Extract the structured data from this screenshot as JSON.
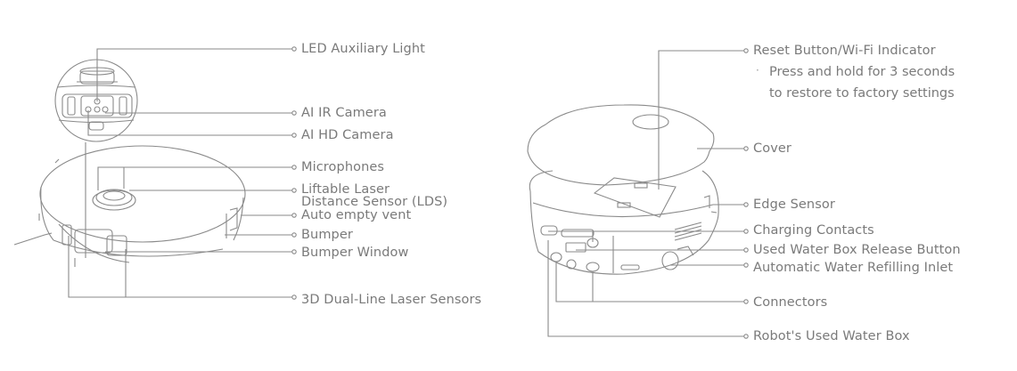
{
  "diagram": {
    "line_color": "#8a8a8a",
    "text_color": "#7a7a7a",
    "left_figure": {
      "name": "Robot top/front view",
      "labels": [
        {
          "id": "led",
          "text": "LED Auxiliary Light"
        },
        {
          "id": "ir_camera",
          "text": "AI IR Camera"
        },
        {
          "id": "hd_camera",
          "text": "AI HD Camera"
        },
        {
          "id": "microphones",
          "text": "Microphones"
        },
        {
          "id": "lds_line1",
          "text": "Liftable Laser"
        },
        {
          "id": "lds_line2",
          "text": "Distance Sensor (LDS)"
        },
        {
          "id": "vent",
          "text": "Auto empty vent"
        },
        {
          "id": "bumper",
          "text": "Bumper"
        },
        {
          "id": "bumper_window",
          "text": "Bumper Window"
        },
        {
          "id": "laser_sensors",
          "text": "3D Dual-Line Laser Sensors"
        }
      ]
    },
    "right_figure": {
      "name": "Robot with cover lifted, rear view",
      "labels": [
        {
          "id": "reset",
          "text": "Reset Button/Wi-Fi Indicator"
        },
        {
          "id": "reset_note_bullet",
          "text": "·"
        },
        {
          "id": "reset_note_line1",
          "text": "Press and hold for 3 seconds"
        },
        {
          "id": "reset_note_line2",
          "text": "to restore to factory settings"
        },
        {
          "id": "cover",
          "text": "Cover"
        },
        {
          "id": "edge_sensor",
          "text": "Edge Sensor"
        },
        {
          "id": "charging",
          "text": "Charging Contacts"
        },
        {
          "id": "release_button",
          "text": "Used Water Box Release Button"
        },
        {
          "id": "refill_inlet",
          "text": "Automatic Water Refilling Inlet"
        },
        {
          "id": "connectors",
          "text": "Connectors"
        },
        {
          "id": "water_box",
          "text": "Robot's Used Water Box"
        }
      ]
    }
  }
}
